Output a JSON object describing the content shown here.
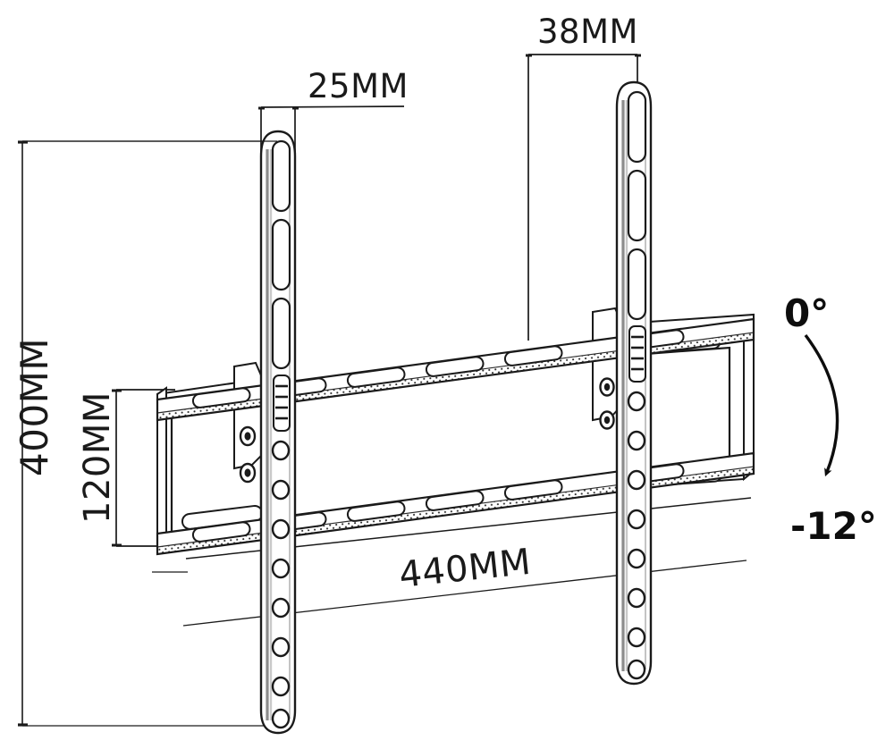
{
  "document": {
    "type": "technical-drawing",
    "subject": "TV wall mount bracket dimensioned drawing",
    "background_color": "#ffffff",
    "line_color": "#1a1a1a"
  },
  "dimensions": {
    "top_left": {
      "label": "25MM",
      "name": "rail-width-dimension",
      "description": "Horizontal width callout at top of left vertical rail"
    },
    "top_right": {
      "label": "38MM",
      "name": "rail-offset-dimension",
      "description": "Horizontal offset callout above right vertical rail"
    },
    "left_outer": {
      "label": "400MM",
      "name": "overall-height-dimension",
      "description": "Vertical overall height callout on far left",
      "orientation": "vertical-rotated"
    },
    "left_inner": {
      "label": "120MM",
      "name": "plate-height-dimension",
      "description": "Vertical plate height callout left of bracket",
      "orientation": "vertical-rotated"
    },
    "bottom": {
      "label": "440MM",
      "name": "overall-width-dimension",
      "description": "Horizontal overall width callout across bottom rail span",
      "orientation": "slightly-rotated"
    }
  },
  "tilt_indicator": {
    "name": "tilt-range-indicator",
    "start_label": "0°",
    "end_label": "-12°",
    "arrow": "curved-down-arrow",
    "description": "Curved arrow showing tilt range from 0 degrees to minus 12 degrees"
  },
  "parts": [
    {
      "name": "left-vertical-rail",
      "label": "Left vertical mounting rail"
    },
    {
      "name": "right-vertical-rail",
      "label": "Right vertical mounting rail"
    },
    {
      "name": "upper-wall-plate",
      "label": "Upper horizontal wall plate"
    },
    {
      "name": "lower-wall-plate",
      "label": "Lower horizontal wall plate"
    },
    {
      "name": "tilt-bracket",
      "label": "Tilt adjustment bracket"
    },
    {
      "name": "end-cap-frame",
      "label": "Right end frame"
    }
  ]
}
